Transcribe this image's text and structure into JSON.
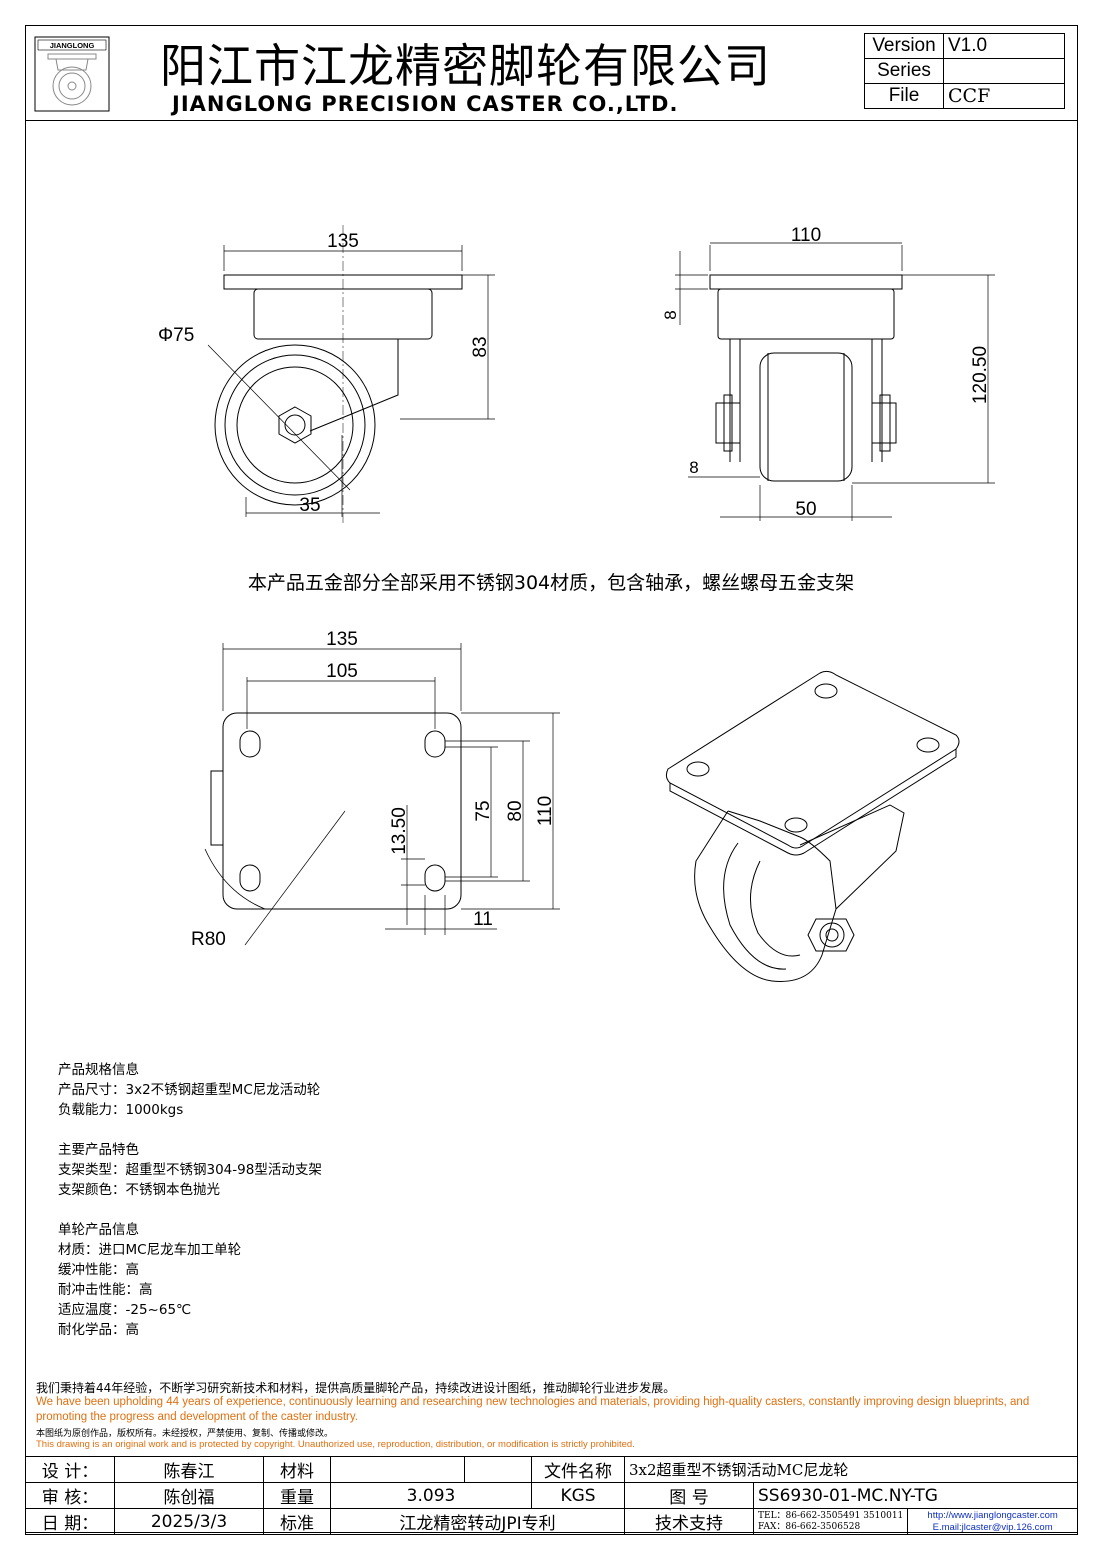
{
  "header": {
    "logo_text": "JIANGLONG",
    "company_cn": "阳江市江龙精密脚轮有限公司",
    "company_en": "JIANGLONG PRECISION CASTER CO.,LTD.",
    "version_label": "Version",
    "version_value": "V1.0",
    "series_label": "Series",
    "series_value": "",
    "file_label": "File",
    "file_value": "CCF"
  },
  "dimensions": {
    "side_width": "135",
    "side_height": "83",
    "wheel_dia": "Φ75",
    "offset": "35",
    "front_width": "110",
    "plate_thk": "8",
    "total_height": "120.50",
    "bracket_thk": "8",
    "wheel_width": "50",
    "top_outer": "135",
    "top_holes_x": "105",
    "top_height": "110",
    "top_holes_y1": "80",
    "top_holes_y2": "75",
    "top_edge": "13.50",
    "top_slot": "11",
    "swivel_radius": "R80"
  },
  "material_note": "本产品五金部分全部采用不锈钢304材质，包含轴承，螺丝螺母五金支架",
  "specs": {
    "group1": [
      "产品规格信息",
      "产品尺寸：3x2不锈钢超重型MC尼龙活动轮",
      "负载能力：1000kgs"
    ],
    "group2": [
      "主要产品特色",
      "支架类型：超重型不锈钢304-98型活动支架",
      "支架颜色：不锈钢本色抛光"
    ],
    "group3": [
      "单轮产品信息",
      "材质：进口MC尼龙车加工单轮",
      "缓冲性能：高",
      "耐冲击性能：高",
      "适应温度：-25~65℃",
      "耐化学品：高"
    ]
  },
  "footer": {
    "statement_cn": "我们秉持着44年经验，不断学习研究新技术和材料，提供高质量脚轮产品，持续改进设计图纸，推动脚轮行业进步发展。",
    "statement_en": "We have been upholding 44 years of experience, continuously learning and researching new technologies and materials, providing high-quality casters, constantly improving design blueprints, and promoting the progress and development of the caster industry.",
    "copyright_cn": "本图纸为原创作品，版权所有。未经授权，严禁使用、复制、传播或修改。",
    "copyright_en": "This drawing is an original work and is protected by copyright. Unauthorized use, reproduction, distribution, or modification is strictly prohibited."
  },
  "title_block": {
    "design_label": "设 计：",
    "designer": "陈春江",
    "material_label": "材料",
    "material_value": "",
    "filename_label": "文件名称",
    "filename_value": "3x2超重型不锈钢活动MC尼龙轮",
    "review_label": "审 核：",
    "reviewer": "陈创福",
    "weight_label": "重量",
    "weight_value": "3.093",
    "weight_unit": "KGS",
    "drawing_label": "图 号",
    "drawing_no": "SS6930-01-MC.NY-TG",
    "date_label": "日 期：",
    "date_value": "2025/3/3",
    "standard_label": "标准",
    "standard_value": "江龙精密转动JPI专利",
    "support_label": "技术支持",
    "tel": "TEL：86-662-3505491 3510011",
    "fax": "FAX：86-662-3506528",
    "website": "http://www.jianglongcaster.com",
    "email": "E.mail:jlcaster@vip.126.com"
  }
}
